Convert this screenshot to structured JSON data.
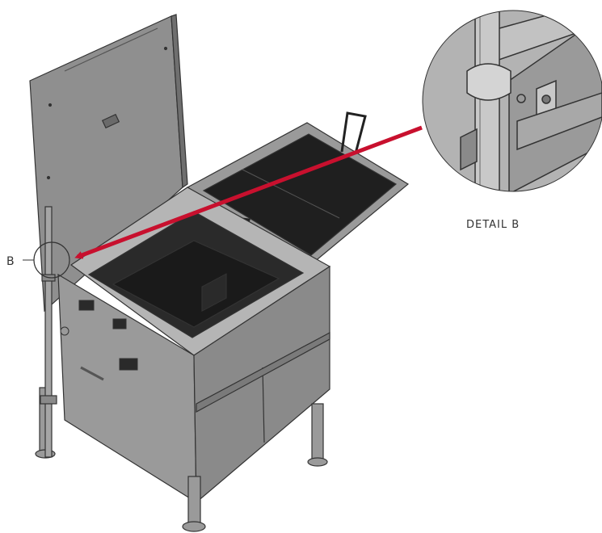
{
  "callout_label": "B",
  "detail_caption": "DETAIL B",
  "colors": {
    "arrow": "#c8102e",
    "body": "#9a9a9a",
    "body_dark": "#7d7d7d",
    "grate": "#1f1f1f",
    "outline": "#333333",
    "detail_bg": "#b3b3b3"
  },
  "icons": [
    "fryer-unit",
    "lid",
    "basket-handle",
    "support-post",
    "magnifier-circle",
    "red-arrow"
  ]
}
